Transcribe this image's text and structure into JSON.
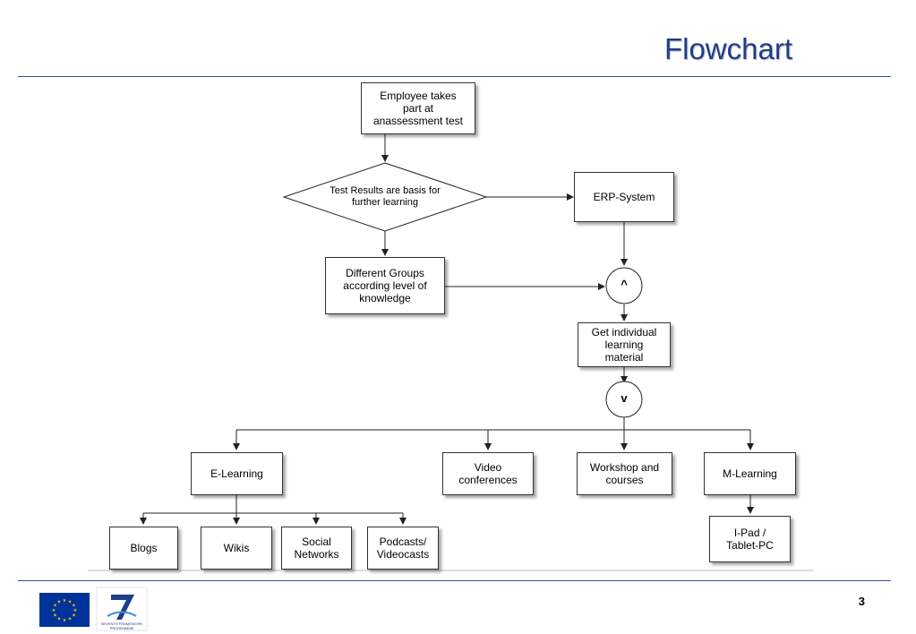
{
  "slide": {
    "title": "Flowchart",
    "page_number": "3"
  },
  "flowchart": {
    "nodes": {
      "assessment": "Employee takes\npart at\nanassessment test",
      "decision": "Test Results are basis for\nfurther learning",
      "erp": "ERP-System",
      "groups": "Different Groups\naccording level of\nknowledge",
      "and_gate": "^",
      "material": "Get individual\nlearning\nmaterial",
      "or_gate": "v",
      "elearning": "E-Learning",
      "video": "Video\nconferences",
      "workshop": "Workshop and\ncourses",
      "mlearning": "M-Learning",
      "blogs": "Blogs",
      "wikis": "Wikis",
      "social": "Social\nNetworks",
      "podcasts": "Podcasts/\nVideocasts",
      "ipad": "I-Pad /\nTablet-PC"
    }
  },
  "footer": {
    "logos": [
      {
        "name": "eu-flag-logo",
        "color": "#003399",
        "star_color": "#ffcc00"
      },
      {
        "name": "seventh-framework-programme-logo",
        "text": "SEVENTH FRAMEWORK\nPROGRAMME"
      }
    ]
  },
  "colors": {
    "title": "#1f3f8a",
    "rule": "#2f4f9a"
  }
}
